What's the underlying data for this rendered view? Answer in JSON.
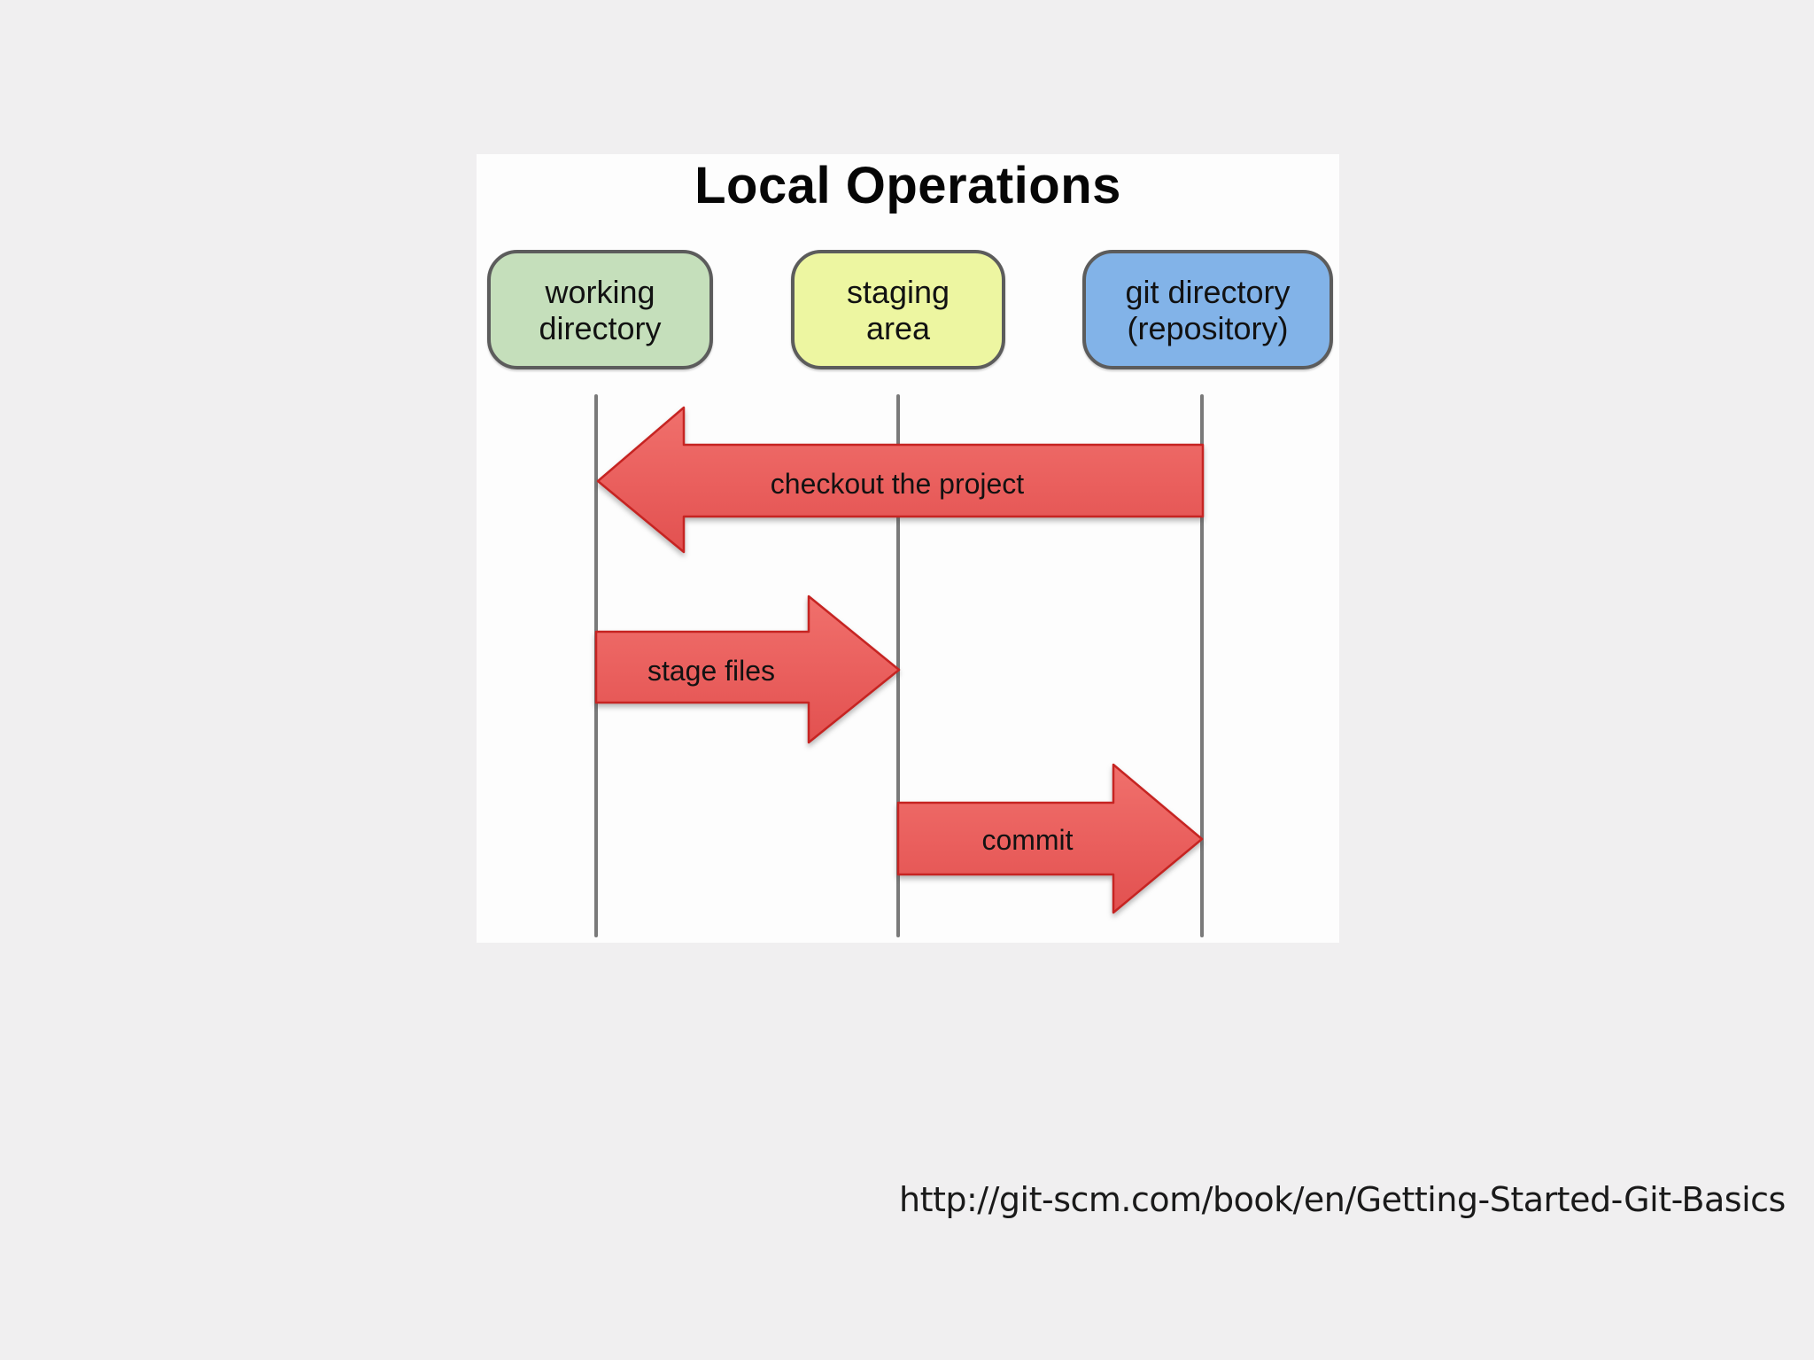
{
  "slide": {
    "title": "Local Operations",
    "source_url": "http://git-scm.com/book/en/Getting-Started-Git-Basics"
  },
  "diagram": {
    "columns": [
      {
        "id": "working-directory",
        "line1": "working",
        "line2": "directory",
        "fill": "#c5dfbb"
      },
      {
        "id": "staging-area",
        "line1": "staging",
        "line2": "area",
        "fill": "#edf6a1"
      },
      {
        "id": "git-directory",
        "line1": "git directory",
        "line2": "(repository)",
        "fill": "#82b3e8"
      }
    ],
    "arrows": [
      {
        "id": "checkout",
        "label": "checkout the project",
        "direction": "left",
        "from": "git-directory",
        "to": "working-directory"
      },
      {
        "id": "stage",
        "label": "stage files",
        "direction": "right",
        "from": "working-directory",
        "to": "staging-area"
      },
      {
        "id": "commit",
        "label": "commit",
        "direction": "right",
        "from": "staging-area",
        "to": "git-directory"
      }
    ]
  },
  "colors": {
    "page_background": "#f0eff0",
    "panel_background": "#fdfdfd",
    "working_directory_fill": "#c5dfbb",
    "staging_area_fill": "#edf6a1",
    "git_directory_fill": "#82b3e8",
    "node_border": "#5c5c5c",
    "lifeline_gray": "#7a7a7a",
    "arrow_fill_top": "#f0706c",
    "arrow_fill_bottom": "#e25150",
    "arrow_border": "#c62422",
    "text_black": "#121212"
  }
}
